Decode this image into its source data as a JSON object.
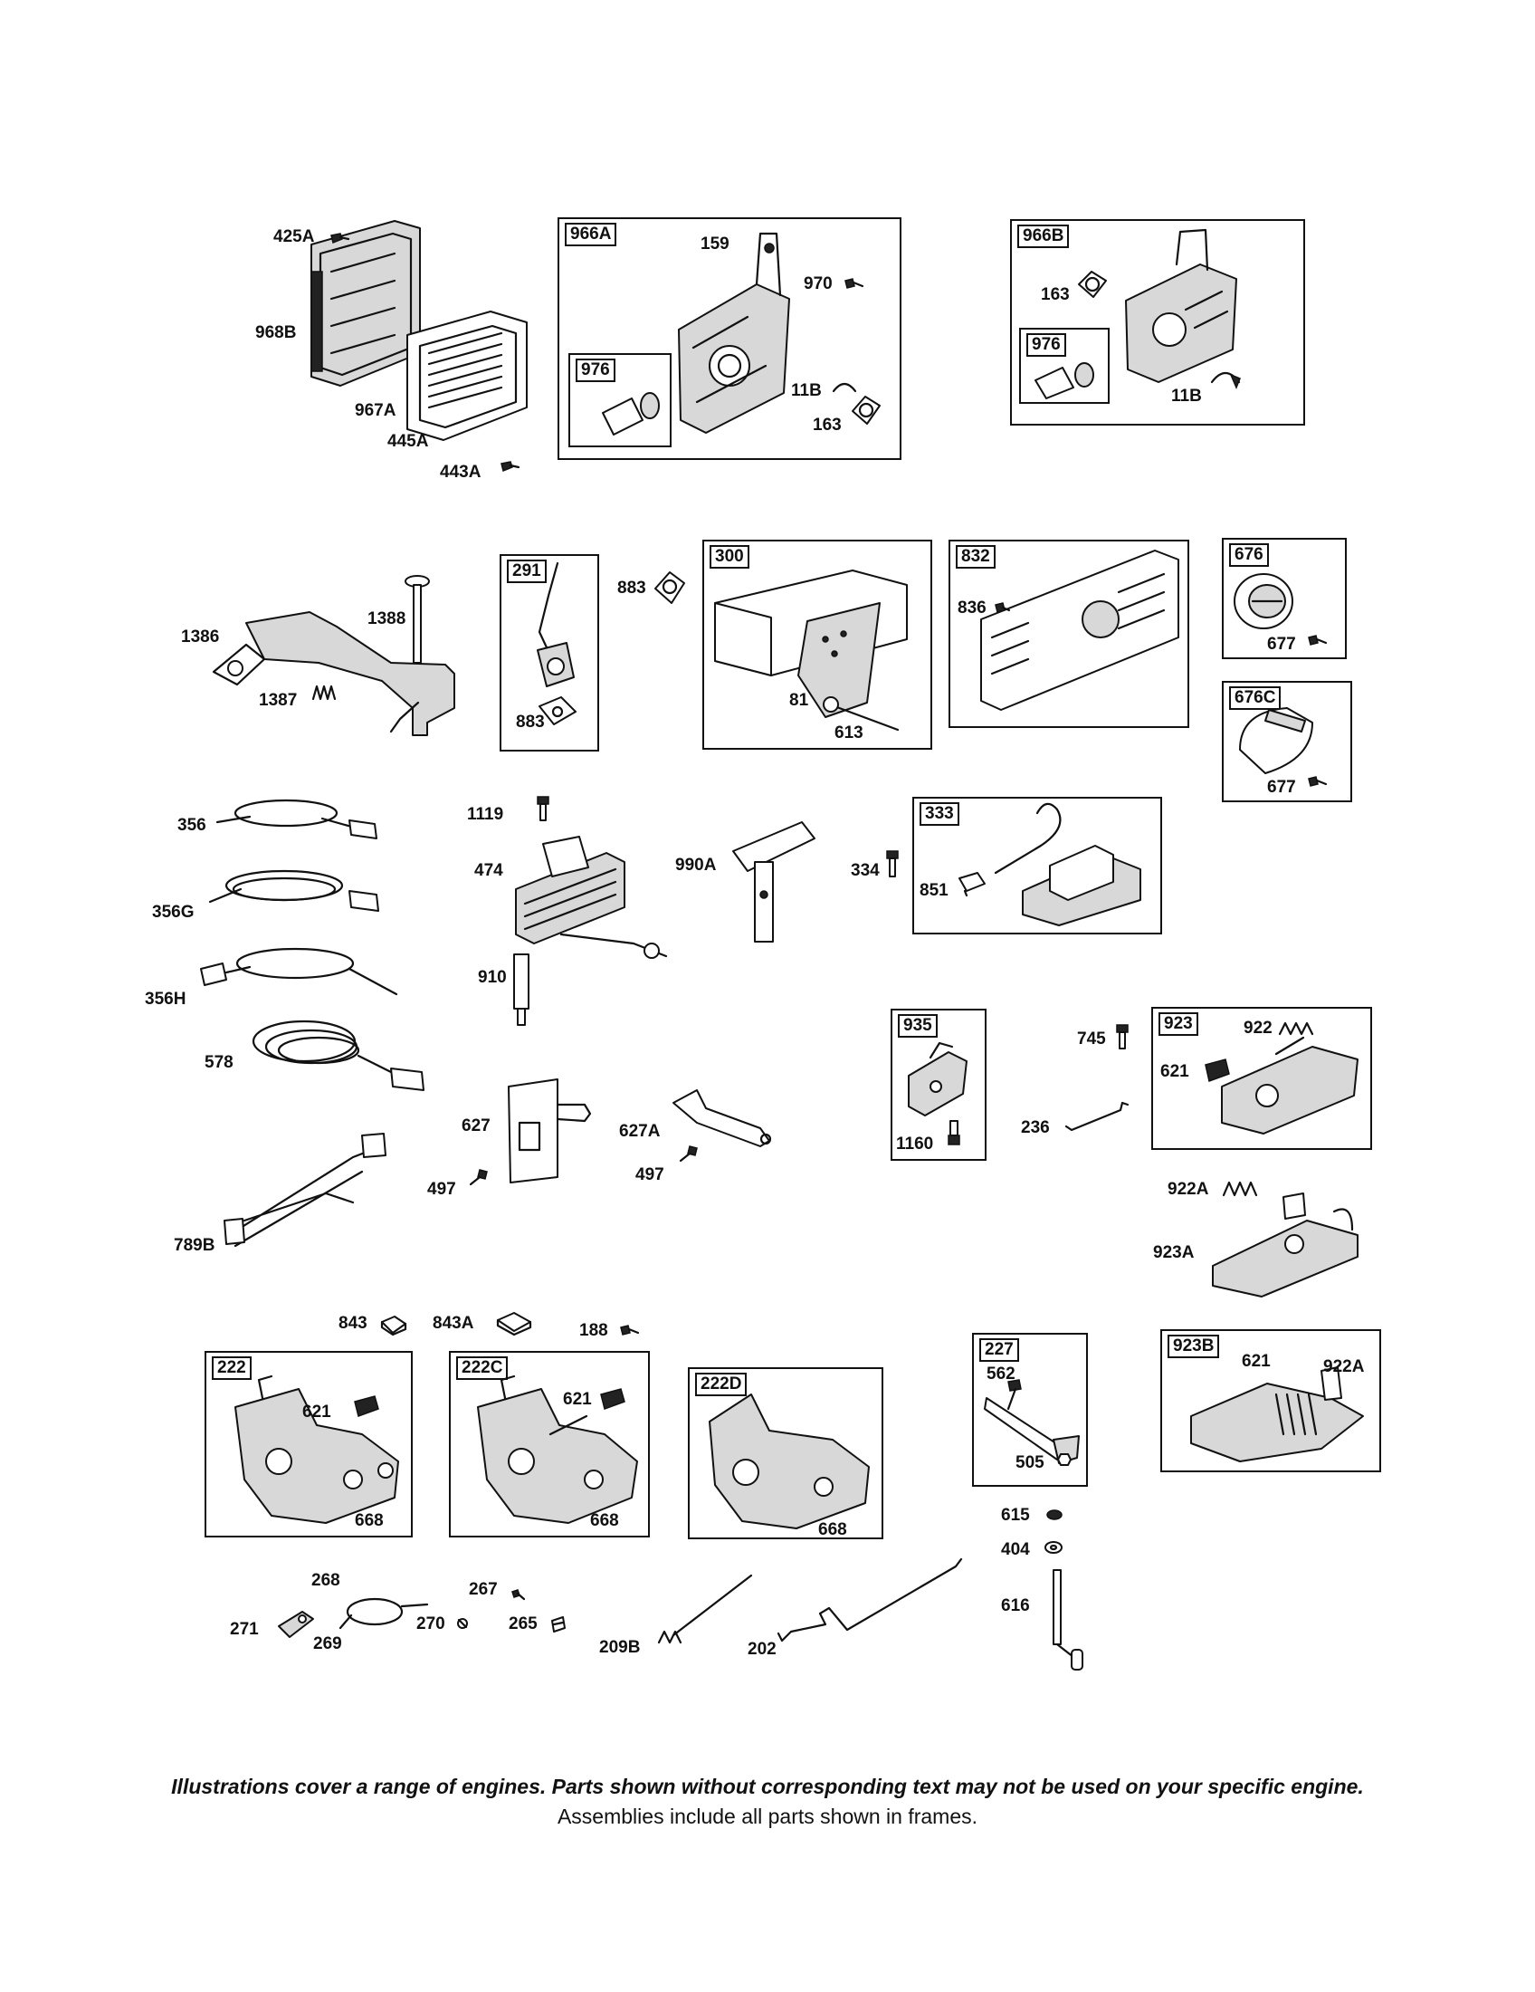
{
  "frames": {
    "f966A": "966A",
    "f976a": "976",
    "f966B": "966B",
    "f976b": "976",
    "f291": "291",
    "f300": "300",
    "f832": "832",
    "f676": "676",
    "f676C": "676C",
    "f333": "333",
    "f935": "935",
    "f923": "923",
    "f222": "222",
    "f222C": "222C",
    "f222D": "222D",
    "f227": "227",
    "f923B": "923B"
  },
  "labels": {
    "l425A": "425A",
    "l968B": "968B",
    "l967A": "967A",
    "l445A": "445A",
    "l443A": "443A",
    "l159": "159",
    "l970": "970",
    "l11B_a": "11B",
    "l163_a": "163",
    "l163_b": "163",
    "l11B_b": "11B",
    "l1386": "1386",
    "l1388": "1388",
    "l1387": "1387",
    "l883_a": "883",
    "l883_b": "883",
    "l81": "81",
    "l613": "613",
    "l836": "836",
    "l677_a": "677",
    "l677_b": "677",
    "l356": "356",
    "l356G": "356G",
    "l356H": "356H",
    "l578": "578",
    "l789B": "789B",
    "l1119": "1119",
    "l474": "474",
    "l910": "910",
    "l990A": "990A",
    "l334": "334",
    "l851": "851",
    "l627": "627",
    "l497_a": "497",
    "l627A": "627A",
    "l497_b": "497",
    "l1160": "1160",
    "l745": "745",
    "l236": "236",
    "l922": "922",
    "l621_a": "621",
    "l922A_a": "922A",
    "l923A": "923A",
    "l843": "843",
    "l843A": "843A",
    "l188": "188",
    "l621_b": "621",
    "l668_a": "668",
    "l621_c": "621",
    "l668_b": "668",
    "l668_c": "668",
    "l562": "562",
    "l505": "505",
    "l621_d": "621",
    "l922A_b": "922A",
    "l615": "615",
    "l404": "404",
    "l616": "616",
    "l268": "268",
    "l271": "271",
    "l269": "269",
    "l270": "270",
    "l267": "267",
    "l265": "265",
    "l209B": "209B",
    "l202": "202"
  },
  "footer": {
    "line1": "Illustrations cover a range of engines. Parts shown without corresponding text may not be used on your specific engine.",
    "line2": "Assemblies include all parts shown in frames."
  }
}
